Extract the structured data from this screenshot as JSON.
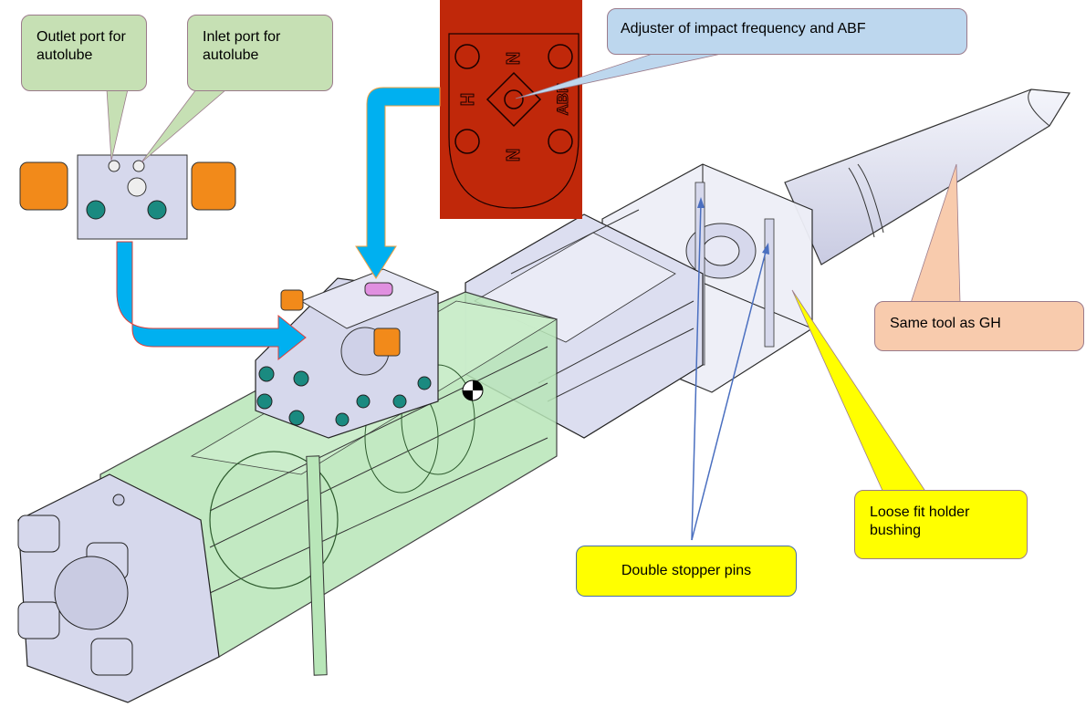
{
  "diagram": {
    "title": "Hydraulic breaker assembly with annotations",
    "callouts": {
      "outlet_port": "Outlet port for autolube",
      "inlet_port": "Inlet port for autolube",
      "adjuster": "Adjuster of impact frequency and ABF",
      "same_tool": "Same tool as GH",
      "loose_fit": "Loose fit holder bushing",
      "stopper_pins": "Double stopper pins"
    },
    "adjuster_plate_marks": {
      "left": "H",
      "top": "N",
      "bottom": "N",
      "right": "ABF"
    },
    "colors": {
      "green_callout": "#c6e0b4",
      "blue_callout": "#bdd7ee",
      "salmon_callout": "#f8cbad",
      "yellow_callout": "#ffff00",
      "arrow_blue": "#00b0f0",
      "arrow_outline": "#e0403a",
      "adjuster_red": "#c0280a",
      "body_green": "#b8e6b8",
      "metal_lavender": "#d6d8ec",
      "fitting_orange": "#f28a1a",
      "bolt_teal": "#1a8a80"
    }
  }
}
